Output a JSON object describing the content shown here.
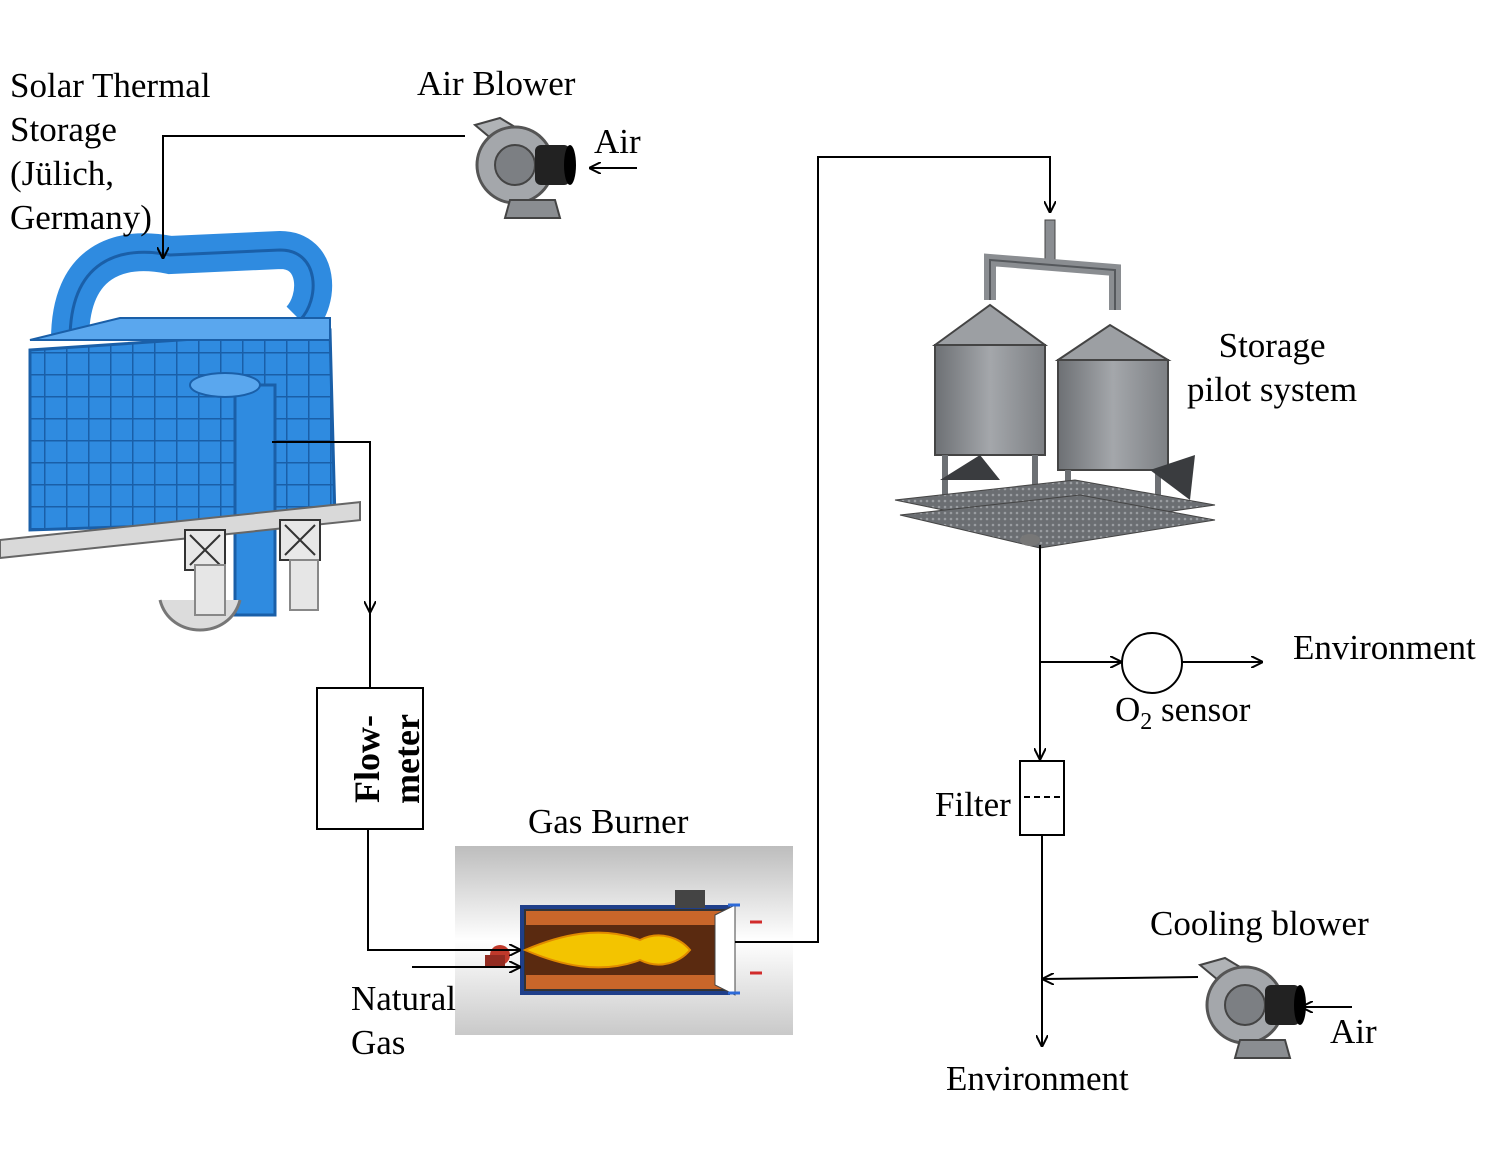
{
  "labels": {
    "solar_storage": [
      "Solar Thermal",
      "Storage",
      "(Jülich,",
      "Germany)"
    ],
    "air_blower": "Air Blower",
    "air_top": "Air",
    "flowmeter": [
      "Flow-",
      "meter"
    ],
    "gas_burner": "Gas Burner",
    "natural_gas": [
      "Natural",
      "Gas"
    ],
    "storage_pilot": [
      "Storage",
      "pilot system"
    ],
    "environment_right": "Environment",
    "o2_sensor_prefix": "O",
    "o2_sensor_sub": "2",
    "o2_sensor_suffix": " sensor",
    "filter": "Filter",
    "cooling_blower": "Cooling blower",
    "air_bottom": "Air",
    "environment_bottom": "Environment"
  },
  "colors": {
    "storage_blue": "#2f8be0",
    "storage_blue_dark": "#1a5fa8",
    "steel_gray": "#8a8d91",
    "steel_dark": "#55585c",
    "burner_orange": "#c8662a",
    "flame_yellow": "#f3c400"
  }
}
